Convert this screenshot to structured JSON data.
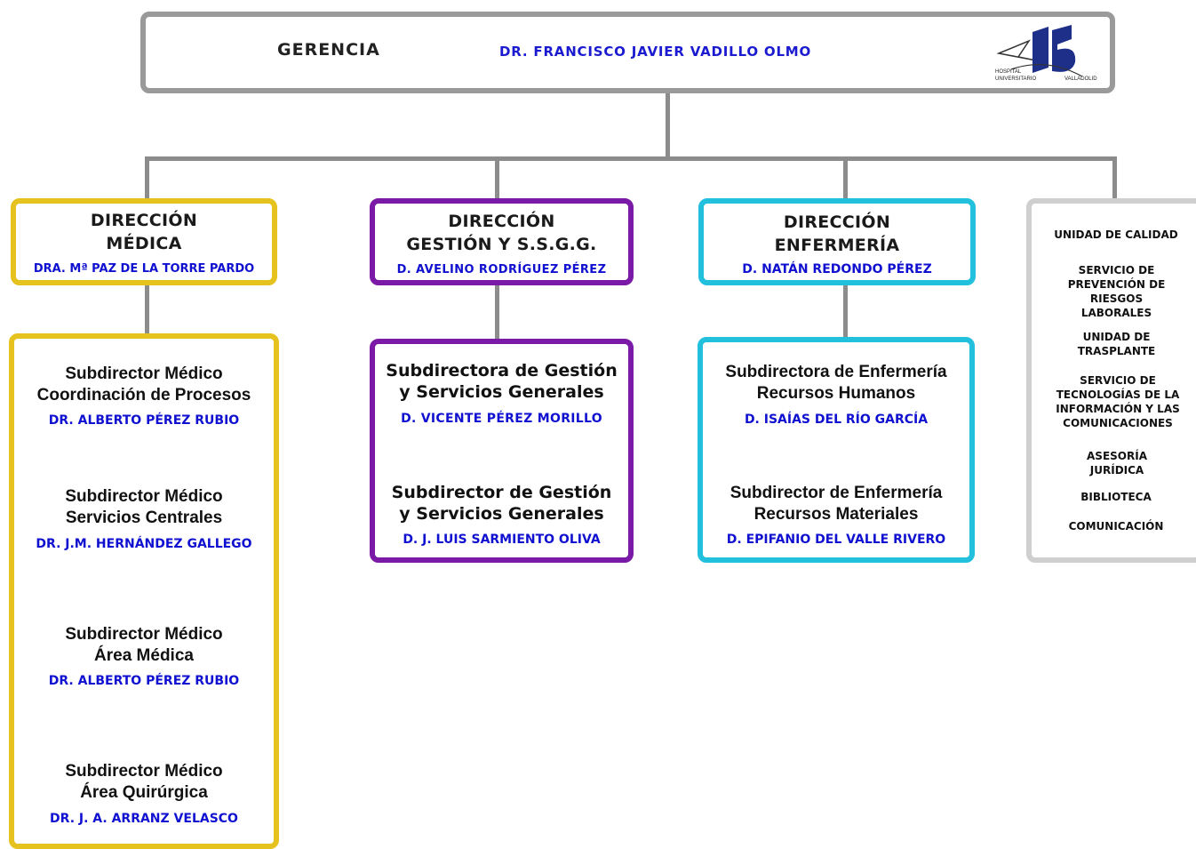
{
  "gerencia": {
    "label": "GERENCIA",
    "name": "DR. FRANCISCO JAVIER VADILLO OLMO",
    "logo_text": [
      "HOSPITAL",
      "UNIVERSITARIO",
      "VALLADOLID"
    ]
  },
  "colors": {
    "connector": "#8c8c8c",
    "medica": "#e6c21e",
    "gestion": "#7a1aa6",
    "enfermeria": "#22c0dc",
    "otros": "#cfcfcf",
    "name_text": "#1010d0"
  },
  "direcciones": [
    {
      "title_line1": "DIRECCIÓN",
      "title_line2": "MÉDICA",
      "director": "DRA. Mª PAZ DE LA TORRE PARDO",
      "subdirecciones": [
        {
          "line1": "Subdirector Médico",
          "line2": "Coordinación de Procesos",
          "name": "DR. ALBERTO PÉREZ RUBIO"
        },
        {
          "line1": "Subdirector Médico",
          "line2": "Servicios Centrales",
          "name": "DR. J.M. HERNÁNDEZ GALLEGO"
        },
        {
          "line1": "Subdirector Médico",
          "line2": "Área Médica",
          "name": "DR. ALBERTO PÉREZ RUBIO"
        },
        {
          "line1": "Subdirector Médico",
          "line2": "Área Quirúrgica",
          "name": "DR. J. A. ARRANZ VELASCO"
        }
      ]
    },
    {
      "title_line1": "DIRECCIÓN",
      "title_line2": "GESTIÓN Y S.S.G.G.",
      "director": "D. AVELINO RODRÍGUEZ PÉREZ",
      "subdirecciones": [
        {
          "line1": "Subdirectora de Gestión",
          "line2": "y Servicios Generales",
          "name": "D. VICENTE PÉREZ MORILLO"
        },
        {
          "line1": "Subdirector de Gestión",
          "line2": "y Servicios Generales",
          "name": "D. J. LUIS SARMIENTO OLIVA"
        }
      ]
    },
    {
      "title_line1": "DIRECCIÓN",
      "title_line2": "ENFERMERÍA",
      "director": "D. NATÁN REDONDO PÉREZ",
      "subdirecciones": [
        {
          "line1": "Subdirectora de Enfermería",
          "line2": "Recursos Humanos",
          "name": "D. ISAÍAS DEL RÍO GARCÍA"
        },
        {
          "line1": "Subdirector de Enfermería",
          "line2": "Recursos Materiales",
          "name": "D. EPIFANIO DEL VALLE RIVERO"
        }
      ]
    }
  ],
  "unidades": [
    "UNIDAD DE CALIDAD",
    "SERVICIO DE PREVENCIÓN DE RIESGOS LABORALES",
    "UNIDAD DE TRASPLANTE",
    "SERVICIO DE TECNOLOGÍAS DE LA INFORMACIÓN Y LAS COMUNICACIONES",
    "ASESORÍA JURÍDICA",
    "BIBLIOTECA",
    "COMUNICACIÓN"
  ]
}
